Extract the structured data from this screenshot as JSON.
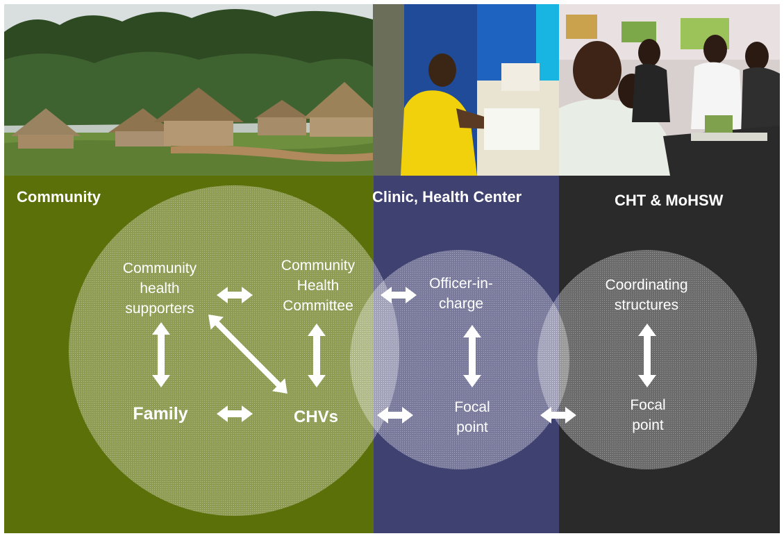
{
  "panels": {
    "community": {
      "title": "Community",
      "color": "#5b7009"
    },
    "clinic": {
      "title": "Clinic, Health Center",
      "color": "#3f4170"
    },
    "cht": {
      "title": "CHT & MoHSW",
      "color": "#2a2a2a"
    }
  },
  "photos": {
    "village": "village-photo",
    "clinic": "clinic-worker-photo",
    "meeting": "meeting-photo"
  },
  "nodes": {
    "community_health_supporters": "Community\nhealth\nsupporters",
    "community_health_committee": "Community\nHealth\nCommittee",
    "family": "Family",
    "chvs": "CHVs",
    "officer_in_charge": "Officer-in-\ncharge",
    "clinic_focal_point": "Focal\npoint",
    "coordinating_structures": "Coordinating\nstructures",
    "cht_focal_point": "Focal\npoint"
  }
}
